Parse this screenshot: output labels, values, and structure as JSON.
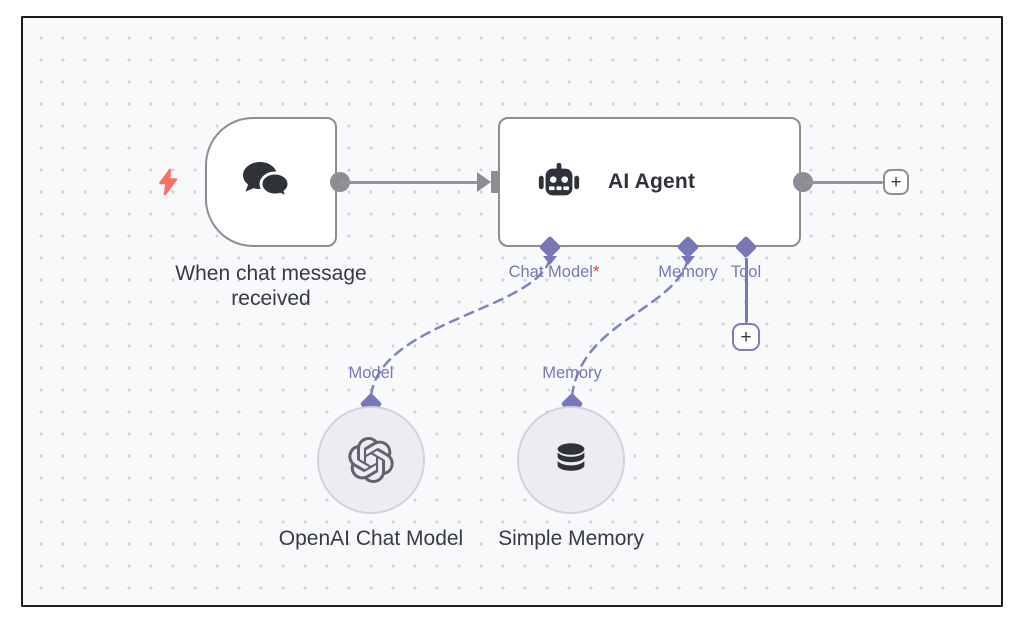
{
  "workflow": {
    "trigger": {
      "name": "When chat message received"
    },
    "agent": {
      "name": "AI Agent",
      "ports": {
        "chat_model": {
          "label": "Chat Model",
          "required_marker": "*"
        },
        "memory": {
          "label": "Memory"
        },
        "tool": {
          "label": "Tool"
        }
      }
    },
    "chat_model_node": {
      "port_label": "Model",
      "name": "OpenAI Chat Model"
    },
    "memory_node": {
      "port_label": "Memory",
      "name": "Simple Memory"
    },
    "add_buttons": {
      "output_plus": "+",
      "tool_plus": "+"
    }
  },
  "icons": {
    "trigger_badge": "lightning-bolt-icon",
    "trigger": "chat-bubbles-icon",
    "agent": "robot-icon",
    "chat_model_node": "openai-logo-icon",
    "memory_node": "database-icon"
  },
  "colors": {
    "accent_purple": "#7A77B6",
    "connector_gray": "#8D8D96",
    "required_red": "#E03E3E",
    "bolt_coral": "#FC7064",
    "node_text": "#2F323B",
    "canvas_bg": "#F8F9FB",
    "sub_node_fill": "#ECECF2",
    "frame_border": "#1C1C20"
  }
}
